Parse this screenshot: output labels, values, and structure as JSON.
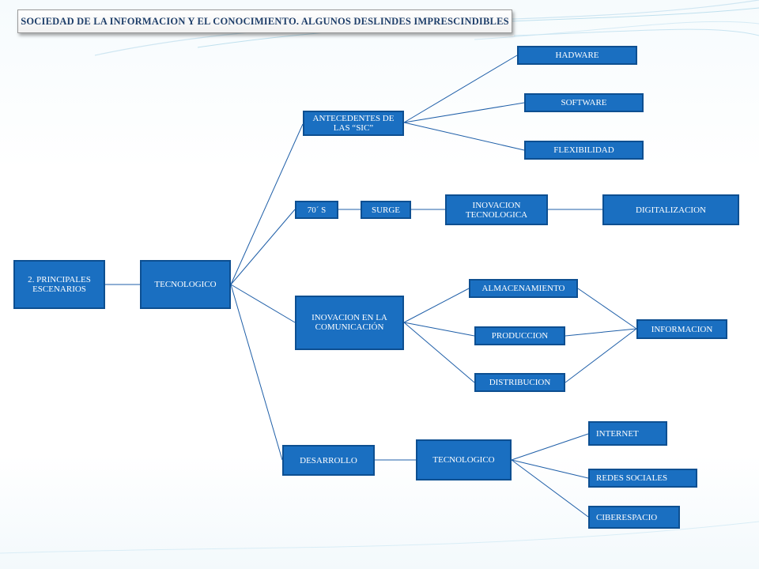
{
  "title": "SOCIEDAD DE LA INFORMACION Y EL CONOCIMIENTO. ALGUNOS DESLINDES IMPRESCINDIBLES",
  "colors": {
    "node_fill": "#1a6fc1",
    "node_border": "#0d4f91",
    "connector": "#1f5fa8",
    "title_text": "#1f3f6a"
  },
  "nodes": {
    "root": "2. PRINCIPALES ESCENARIOS",
    "tecnologico": "TECNOLOGICO",
    "antecedentes": "ANTECEDENTES DE LAS  “SIC”",
    "hadware": "HADWARE",
    "software": "SOFTWARE",
    "flexibilidad": "FLEXIBILIDAD",
    "setentas": "70´ S",
    "surge": "SURGE",
    "inovacion_tecnologica": "INOVACION TECNOLOGICA",
    "digitalizacion": "DIGITALIZACION",
    "inovacion_comunicacion": "INOVACION EN LA COMUNICACIÓN",
    "almacenamiento": "ALMACENAMIENTO",
    "produccion": "PRODUCCION",
    "distribucion": "DISTRIBUCION",
    "informacion": "INFORMACION",
    "desarrollo": "DESARROLLO",
    "tecnologico2": "TECNOLOGICO",
    "internet": "INTERNET",
    "redes_sociales": "REDES SOCIALES",
    "ciberespacio": "CIBERESPACIO"
  }
}
